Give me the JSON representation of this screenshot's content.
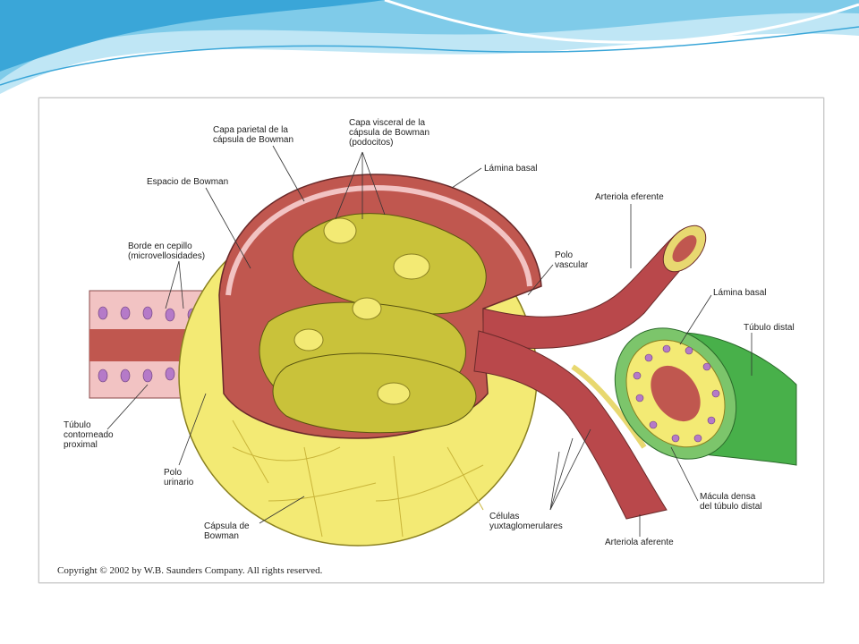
{
  "labels": {
    "capa_parietal": "Capa parietal de la\ncápsula de Bowman",
    "capa_visceral": "Capa visceral de la\ncápsula de Bowman\n(podocitos)",
    "lamina_basal_top": "Lámina basal",
    "espacio_bowman": "Espacio de Bowman",
    "arteriola_eferente": "Arteriola eferente",
    "borde_cepillo": "Borde en cepillo\n(microvellosidades)",
    "polo_vascular": "Polo\nvascular",
    "lamina_basal_right": "Lámina basal",
    "tubulo_distal": "Túbulo distal",
    "tubulo_proximal": "Túbulo\ncontorneado\nproximal",
    "polo_urinario": "Polo\nurinario",
    "capsula_bowman": "Cápsula de\nBowman",
    "celulas_yuxta": "Células\nyuxtaglomerulares",
    "macula_densa": "Mácula densa\ndel túbulo distal",
    "arteriola_aferente": "Arteriola aferente"
  },
  "copyright": "Copyright © 2002 by W.B. Saunders Company. All rights reserved.",
  "colors": {
    "swoosh_dark": "#3aa6d8",
    "swoosh_light": "#bfe6f5",
    "capsule_yellow": "#f3ea74",
    "capsule_red": "#c0574f",
    "glomerulus": "#c9c23a",
    "vessel_red": "#b9484b",
    "tubule_pink": "#f2c3c3",
    "distal_green": "#48b04a",
    "nucleus_purple": "#b57ac8"
  }
}
